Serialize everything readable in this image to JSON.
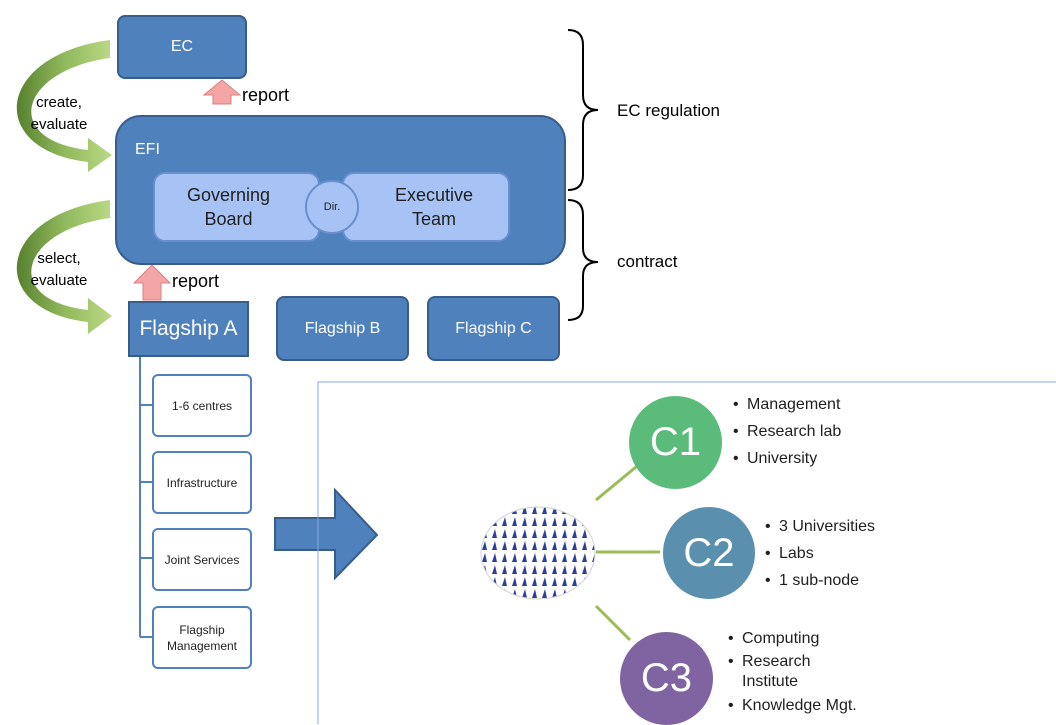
{
  "ec": {
    "label": "EC"
  },
  "efi": {
    "label": "EFI"
  },
  "governing_board": {
    "label": "Governing Board"
  },
  "director": {
    "label": "Dir."
  },
  "executive_team": {
    "label": "Executive Team"
  },
  "report_labels": [
    "report",
    "report"
  ],
  "create_evaluate": {
    "label_line1": "create,",
    "label_line2": "evaluate"
  },
  "select_evaluate": {
    "label_line1": "select,",
    "label_line2": "evaluate"
  },
  "flagships": [
    "Flagship A",
    "Flagship B",
    "Flagship C"
  ],
  "braces": {
    "ec_regulation": "EC regulation",
    "contract": "contract"
  },
  "flagship_components": [
    "1-6 centres",
    "Infrastructure",
    "Joint Services",
    "Flagship Management"
  ],
  "centres": [
    {
      "label": "C1",
      "color": "#5bbb7a",
      "items": [
        "Management",
        "Research lab",
        "University"
      ]
    },
    {
      "label": "C2",
      "color": "#5a8fad",
      "items": [
        "3 Universities",
        "Labs",
        "1 sub-node"
      ]
    },
    {
      "label": "C3",
      "color": "#8064a2",
      "items": [
        "Computing",
        "Research Institute",
        "Knowledge Mgt."
      ]
    }
  ],
  "colors": {
    "box_blue": "#4f81bd",
    "box_border": "#385d8a",
    "inner_box": "#a7c3f5",
    "report_arrow": "#f4a6a6",
    "curved_arrow": "#8ab554",
    "connector": "#9bbb59"
  }
}
